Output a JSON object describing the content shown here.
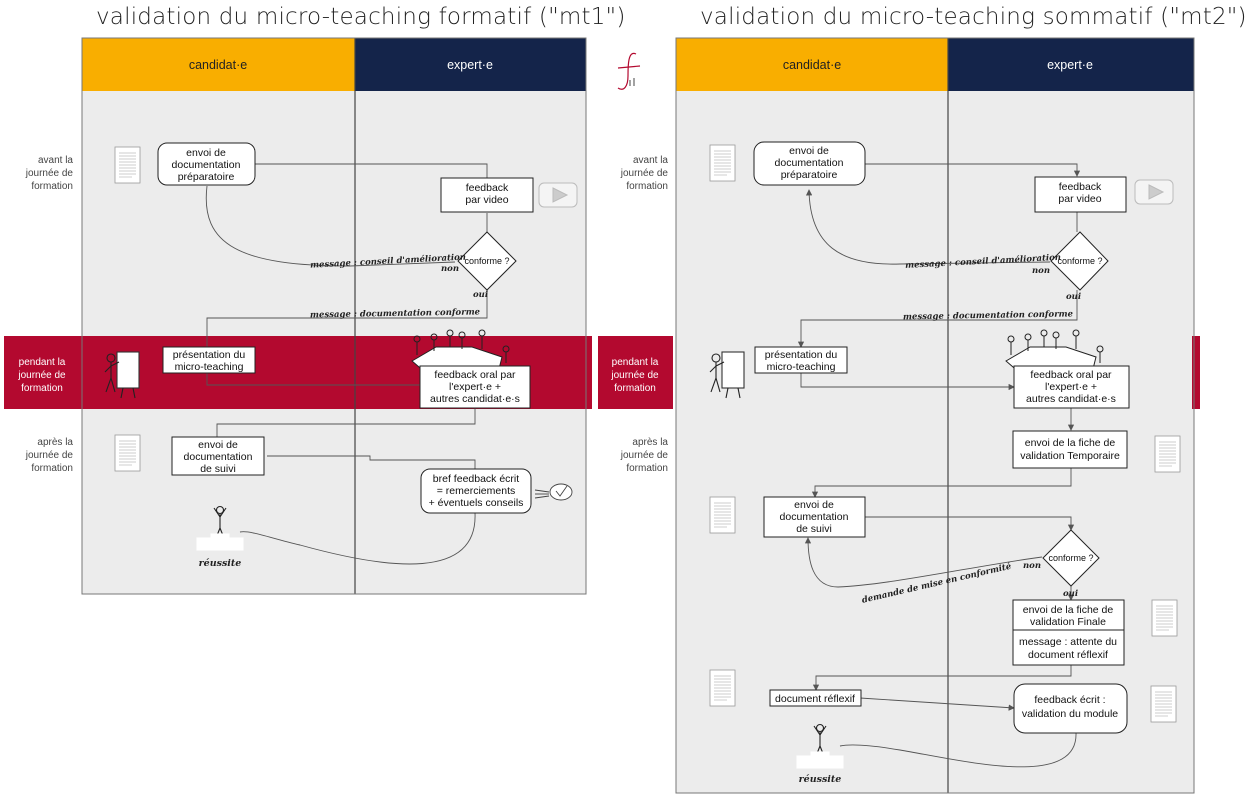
{
  "titles": {
    "left": "validation du micro-teaching formatif (\"mt1\")",
    "right": "validation du micro-teaching sommatif (\"mt2\")"
  },
  "columns": {
    "candidate": "candidat·e",
    "expert": "expert·e"
  },
  "phases": {
    "before": [
      "avant la",
      "journée de",
      "formation"
    ],
    "during": [
      "pendant la",
      "journée de",
      "formation"
    ],
    "after": [
      "après la",
      "journée de",
      "formation"
    ]
  },
  "colors": {
    "candidate_header": "#f9ae00",
    "expert_header": "#14244a",
    "during_band": "#b3092f",
    "panel_bg": "#ececec"
  },
  "logo_icon": "fh-logo-icon",
  "mt1": {
    "doc_prep": [
      "envoi de",
      "documentation",
      "préparatoire"
    ],
    "video": [
      "feedback",
      "par video"
    ],
    "decision": "conforme ?",
    "no": "non",
    "yes": "oui",
    "msg_improve": "message : conseil d'amélioration",
    "msg_ok": "message : documentation conforme",
    "presentation": [
      "présentation du",
      "micro-teaching"
    ],
    "oral": [
      "feedback oral par",
      "l'expert·e  +",
      "autres candidat·e·s"
    ],
    "doc_follow": [
      "envoi de",
      "documentation",
      "de suivi"
    ],
    "written": [
      "bref feedback écrit",
      "= remerciements",
      "+ éventuels conseils"
    ],
    "success": "réussite"
  },
  "mt2": {
    "doc_prep": [
      "envoi de",
      "documentation",
      "préparatoire"
    ],
    "video": [
      "feedback",
      "par video"
    ],
    "decision1": "conforme ?",
    "no": "non",
    "yes": "oui",
    "msg_improve": "message : conseil d'amélioration",
    "msg_ok": "message : documentation conforme",
    "presentation": [
      "présentation du",
      "micro-teaching"
    ],
    "oral": [
      "feedback oral par",
      "l'expert·e  +",
      "autres candidat·e·s"
    ],
    "temp": [
      "envoi de la fiche de",
      "validation Temporaire"
    ],
    "doc_follow": [
      "envoi de",
      "documentation",
      "de suivi"
    ],
    "decision2": "conforme ?",
    "msg_compliance": "demande de mise en conformité",
    "final": [
      "envoi de la fiche de",
      "validation Finale"
    ],
    "wait": [
      "message : attente du",
      "document réflexif"
    ],
    "reflexive": "document réflexif",
    "written": [
      "feedback écrit :",
      "validation du module"
    ],
    "success": "réussite"
  }
}
